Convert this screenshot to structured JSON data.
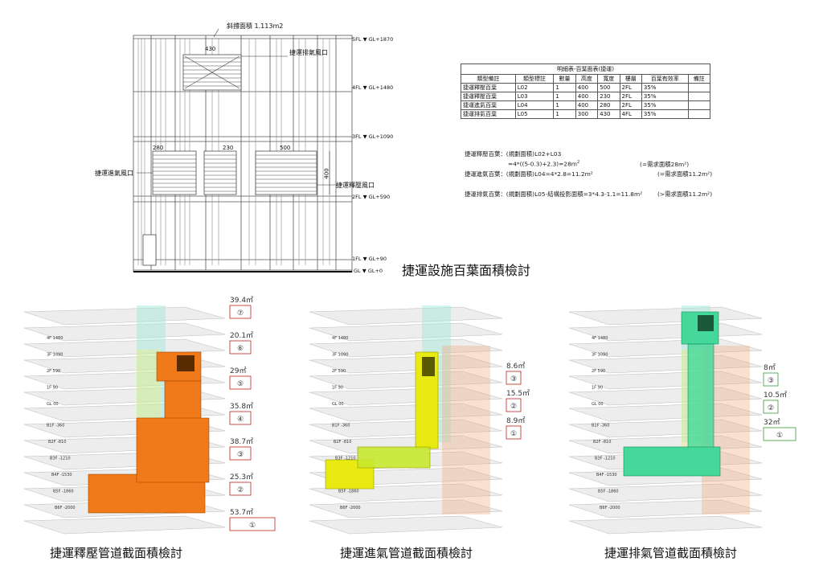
{
  "elevation": {
    "title": "捷運設施百葉面積檢討",
    "floors": [
      {
        "label": "5FL",
        "gl": "▼ GL+1870"
      },
      {
        "label": "4FL",
        "gl": "▼ GL+1480"
      },
      {
        "label": "3FL",
        "gl": "▼ GL+1090"
      },
      {
        "label": "2FL",
        "gl": "▼ GL+590"
      },
      {
        "label": "1FL",
        "gl": "▼ GL+90"
      },
      {
        "label": "GL",
        "gl": "▼ GL+0"
      }
    ],
    "annotations": {
      "slant_area": "斜撐面積 1.113m2",
      "exhaust_vent": "捷運排氣風口",
      "intake_vent": "捷運進氣風口",
      "relief_vent": "捷運釋壓風口"
    },
    "dims": {
      "d430": "430",
      "d280": "280",
      "d230": "230",
      "d500": "500",
      "d400": "400"
    }
  },
  "table": {
    "title": "明細表-百葉面表(捷運)",
    "headers": [
      "類型備註",
      "類型標註",
      "數量",
      "高度",
      "寬度",
      "樓層",
      "百葉有效率",
      "備註"
    ],
    "rows": [
      [
        "捷運釋壓百葉",
        "L02",
        "1",
        "400",
        "500",
        "2FL",
        "35%",
        ""
      ],
      [
        "捷運釋壓百葉",
        "L03",
        "1",
        "400",
        "230",
        "2FL",
        "35%",
        ""
      ],
      [
        "捷運進氣百葉",
        "L04",
        "1",
        "400",
        "280",
        "2FL",
        "35%",
        ""
      ],
      [
        "捷運排氣百葉",
        "L05",
        "1",
        "300",
        "430",
        "4FL",
        "35%",
        ""
      ]
    ]
  },
  "notes": {
    "n1": "捷運釋壓百葉：(規劃面積)L02+L03",
    "n2": "=4*((5-0.3)+2.3)=28m",
    "n2b": "(=需求面積28m²)",
    "n3": "捷運進氣百葉：(規劃面積)L04=4*2.8=11.2m²",
    "n3b": "(=需求面積11.2m²)",
    "n4": "捷運排氣百葉：(規劃面積)L05-結構投影面積=3*4.3-1.1=11.8m²",
    "n4b": "(>需求面積11.2m²)"
  },
  "models": {
    "floor_labels": [
      "4F 1480",
      "3F 1090",
      "2F 590",
      "1F 90",
      "GL 00",
      "B1F -360",
      "B2F -810",
      "B3F -1210",
      "B4F -1530",
      "B5F -1860",
      "B6F -2000"
    ],
    "relief": {
      "title": "捷運釋壓管道截面積檢討",
      "sections": [
        {
          "area": "39.4㎡",
          "num": "⑦"
        },
        {
          "area": "20.1㎡",
          "num": "⑥"
        },
        {
          "area": "29㎡",
          "num": "⑤"
        },
        {
          "area": "35.8㎡",
          "num": "④"
        },
        {
          "area": "38.7㎡",
          "num": "③"
        },
        {
          "area": "25.3㎡",
          "num": "②"
        },
        {
          "area": "53.7㎡",
          "num": "①"
        }
      ],
      "color": "#f07a1a"
    },
    "intake": {
      "title": "捷運進氣管道截面積檢討",
      "sections": [
        {
          "area": "8.6㎡",
          "num": "③"
        },
        {
          "area": "15.5㎡",
          "num": "②"
        },
        {
          "area": "8.9㎡",
          "num": "①"
        }
      ],
      "color": "#e8ea12"
    },
    "exhaust": {
      "title": "捷運排氣管道截面積檢討",
      "sections": [
        {
          "area": "8㎡",
          "num": "③"
        },
        {
          "area": "10.5㎡",
          "num": "②"
        },
        {
          "area": "32㎡",
          "num": "①"
        }
      ],
      "color": "#44d99a"
    }
  }
}
